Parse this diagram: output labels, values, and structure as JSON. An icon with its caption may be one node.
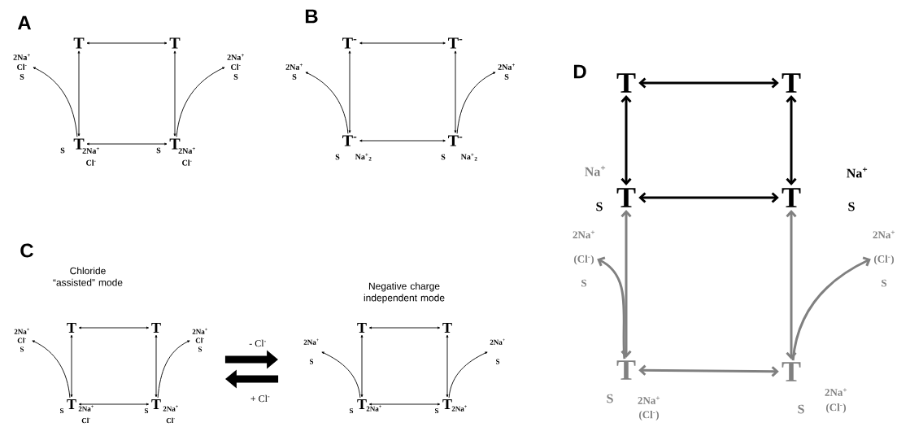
{
  "diagram": {
    "nodes": [
      {
        "text": [
          "T"
        ]
      },
      {
        "text": [
          "T"
        ]
      },
      {
        "text": [
          "2Na$^{+}$",
          "Cl$^{-}$",
          "S"
        ]
      },
      {
        "text": [
          "2Na$^{+}$",
          "Cl$^{-}$",
          "S"
        ]
      },
      {
        "text": [
          "T"
        ],
        "beside": [
          "S",
          "2Na$^{+}$",
          "Cl$^{-}$"
        ]
      },
      {
        "text": [
          "T"
        ],
        "beside": [
          "S",
          "2Na$^{+}$",
          "Cl$^{-}$"
        ]
      },
      {
        "text": [
          "T$^{-}$"
        ]
      },
      {
        "text": [
          "T$^{-}$"
        ]
      },
      {
        "text": [
          "2Na$^{+}$",
          "S"
        ]
      },
      {
        "text": [
          "2Na$^{+}$",
          "S"
        ]
      },
      {
        "text": [
          "T$^{-}$"
        ],
        "beside": [
          "S",
          "Na$^{+}$$_{2}$"
        ]
      },
      {
        "text": [
          "T$^{-}$"
        ],
        "beside": [
          "S",
          "Na$^{+}$$_{2}$"
        ]
      },
      {
        "text": [
          "T"
        ]
      },
      {
        "text": [
          "T"
        ]
      },
      {
        "text": [
          "2Na$^{+}$",
          "Cl$^{-}$",
          "S"
        ]
      },
      {
        "text": [
          "2Na$^{+}$",
          "Cl$^{-}$",
          "S"
        ]
      },
      {
        "text": [
          "T"
        ],
        "beside": [
          "S",
          "2Na$^{+}$",
          "Cl$^{-}$"
        ]
      },
      {
        "text": [
          "T"
        ],
        "beside": [
          "S",
          "2Na$^{+}$",
          "Cl$^{-}$"
        ]
      },
      {
        "text": [
          "T"
        ]
      },
      {
        "text": [
          "T"
        ]
      },
      {
        "text": [
          "2Na$^{+}$",
          "S"
        ]
      },
      {
        "text": [
          "2Na$^{+}$",
          "S"
        ]
      },
      {
        "text": [
          "T"
        ],
        "beside": [
          "S",
          "2Na$^{+}$"
        ]
      },
      {
        "text": [
          "T"
        ],
        "beside": [
          "S",
          "2Na$^{+}$"
        ]
      },
      {
        "text": [
          "T"
        ]
      },
      {
        "text": [
          "T"
        ]
      },
      {
        "text": [
          "T"
        ],
        "beside": [
          "Na$^{+}$",
          "S"
        ]
      },
      {
        "text": [
          "T"
        ],
        "beside": [
          "Na$^{+}$",
          "S"
        ]
      },
      {
        "text": [
          "2Na$^{+}$",
          "(Cl$^{-}$)",
          "S"
        ]
      },
      {
        "text": [
          "2Na$^{+}$",
          "(Cl$^{-}$)",
          "S"
        ]
      },
      {
        "text": [
          "T"
        ],
        "beside": [
          "S",
          "2Na$^{+}$",
          "(Cl$^{-}$)"
        ]
      },
      {
        "text": [
          "T"
        ],
        "beside": [
          "S",
          "2Na$^{+}$",
          "(Cl$^{-}$)"
        ]
      }
    ],
    "edges": [
      {
        "from": 0,
        "to": 1,
        "arrow": "both"
      },
      {
        "from": 0,
        "to": 4,
        "arrow": "both"
      },
      {
        "from": 1,
        "to": 5,
        "arrow": "both"
      },
      {
        "from": 4,
        "to": 5,
        "arrow": "both"
      },
      {
        "from": 4,
        "to": 2,
        "arrow": "to"
      },
      {
        "from": 5,
        "to": 3,
        "arrow": "to"
      },
      {
        "from": 6,
        "to": 7,
        "arrow": "both"
      },
      {
        "from": 6,
        "to": 10,
        "arrow": "both"
      },
      {
        "from": 7,
        "to": 11,
        "arrow": "both"
      },
      {
        "from": 10,
        "to": 11,
        "arrow": "both"
      },
      {
        "from": 10,
        "to": 8,
        "arrow": "to"
      },
      {
        "from": 11,
        "to": 9,
        "arrow": "to"
      },
      {
        "from": 12,
        "to": 13,
        "arrow": "both"
      },
      {
        "from": 12,
        "to": 16,
        "arrow": "both"
      },
      {
        "from": 13,
        "to": 17,
        "arrow": "both"
      },
      {
        "from": 16,
        "to": 17,
        "arrow": "both"
      },
      {
        "from": 16,
        "to": 14,
        "arrow": "to"
      },
      {
        "from": 17,
        "to": 15,
        "arrow": "to"
      },
      {
        "from": 18,
        "to": 19,
        "arrow": "both"
      },
      {
        "from": 18,
        "to": 22,
        "arrow": "both"
      },
      {
        "from": 19,
        "to": 23,
        "arrow": "both"
      },
      {
        "from": 22,
        "to": 23,
        "arrow": "both"
      },
      {
        "from": 22,
        "to": 20,
        "arrow": "to"
      },
      {
        "from": 23,
        "to": 21,
        "arrow": "to"
      },
      {
        "from": 24,
        "to": 25,
        "arrow": "both",
        "style": "thick"
      },
      {
        "from": 24,
        "to": 26,
        "arrow": "both",
        "style": "thick"
      },
      {
        "from": 25,
        "to": 27,
        "arrow": "both",
        "style": "thick"
      },
      {
        "from": 26,
        "to": 27,
        "arrow": "both",
        "style": "thick"
      },
      {
        "from": 26,
        "to": 30,
        "arrow": "both",
        "style": "thick",
        "color": "#808080"
      },
      {
        "from": 27,
        "to": 31,
        "arrow": "both",
        "style": "thick",
        "color": "#808080"
      },
      {
        "from": 30,
        "to": 31,
        "arrow": "both",
        "style": "thick",
        "color": "#808080"
      },
      {
        "from": 30,
        "to": 28,
        "arrow": "to",
        "style": "thick",
        "color": "#808080"
      },
      {
        "from": 31,
        "to": 29,
        "arrow": "to",
        "style": "thick",
        "color": "#808080"
      },
      {
        "from": 15,
        "to": 20,
        "arrow": "to",
        "label": "- Cl$^{-}$",
        "style": "thick"
      },
      {
        "from": 20,
        "to": 15,
        "arrow": "to",
        "label": "+ Cl$^{-}$",
        "style": "thick"
      }
    ],
    "labels": [
      "A",
      "B",
      "D",
      "C",
      "Chloride “assisted” mode",
      "Negative charge independent mode"
    ]
  }
}
